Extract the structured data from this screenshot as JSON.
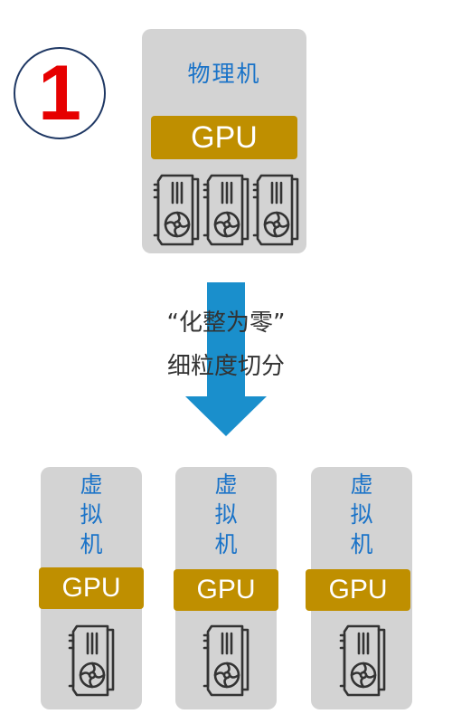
{
  "badge": {
    "number": "1"
  },
  "physical": {
    "title": "物理机",
    "gpu_label": "GPU",
    "gpu_icon_count": 3
  },
  "caption": {
    "line1": "“化整为零”",
    "line2": "细粒度切分"
  },
  "virtual": [
    {
      "title_chars": [
        "虚",
        "拟",
        "机"
      ],
      "gpu_label": "GPU"
    },
    {
      "title_chars": [
        "虚",
        "拟",
        "机"
      ],
      "gpu_label": "GPU"
    },
    {
      "title_chars": [
        "虚",
        "拟",
        "机"
      ],
      "gpu_label": "GPU"
    }
  ],
  "colors": {
    "badge_number": "#e60000",
    "badge_border": "#1f3864",
    "title_text": "#1a73c8",
    "gpu_bar": "#bf8f00",
    "card": "#d3d3d3",
    "arrow": "#1a8fcc",
    "icon_stroke": "#333333"
  },
  "icons": {
    "gpu_card": "graphics-card-icon",
    "arrow": "arrow-down-icon"
  }
}
